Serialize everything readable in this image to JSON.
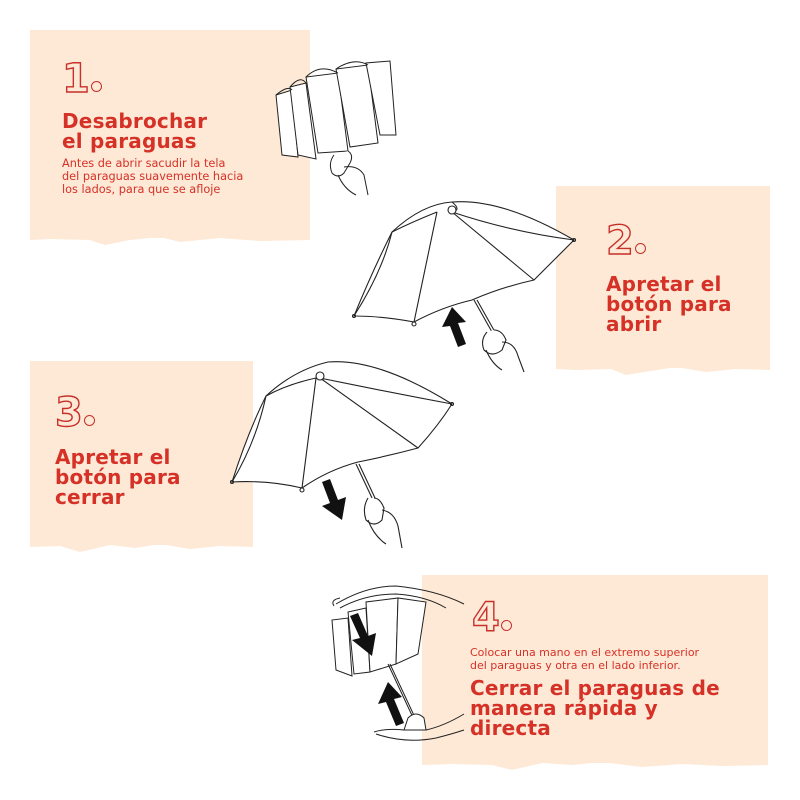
{
  "colors": {
    "panel_bg": "#fde9d6",
    "accent_red": "#d63127",
    "line_art": "#222222",
    "background": "#ffffff"
  },
  "steps": [
    {
      "number": "1",
      "title_lines": [
        "Desabrochar",
        "el paraguas"
      ],
      "description_lines": [
        "Antes de abrir sacudir la tela",
        "del paraguas suavemente hacia",
        "los lados, para que se afloje"
      ],
      "illustration": "folded-umbrella-being-shaken-icon"
    },
    {
      "number": "2",
      "title_lines": [
        "Apretar el",
        "botón para",
        "abrir"
      ],
      "illustration": "open-umbrella-up-arrow-icon"
    },
    {
      "number": "3",
      "title_lines": [
        "Apretar el",
        "botón para",
        "cerrar"
      ],
      "illustration": "open-umbrella-down-arrow-icon"
    },
    {
      "number": "4",
      "description_lines": [
        "Colocar una mano en el extremo superior",
        "del paraguas y otra en el lado inferior."
      ],
      "title_lines": [
        "Cerrar el paraguas de",
        "manera rápida y",
        "directa"
      ],
      "illustration": "closing-umbrella-two-hands-icon"
    }
  ]
}
